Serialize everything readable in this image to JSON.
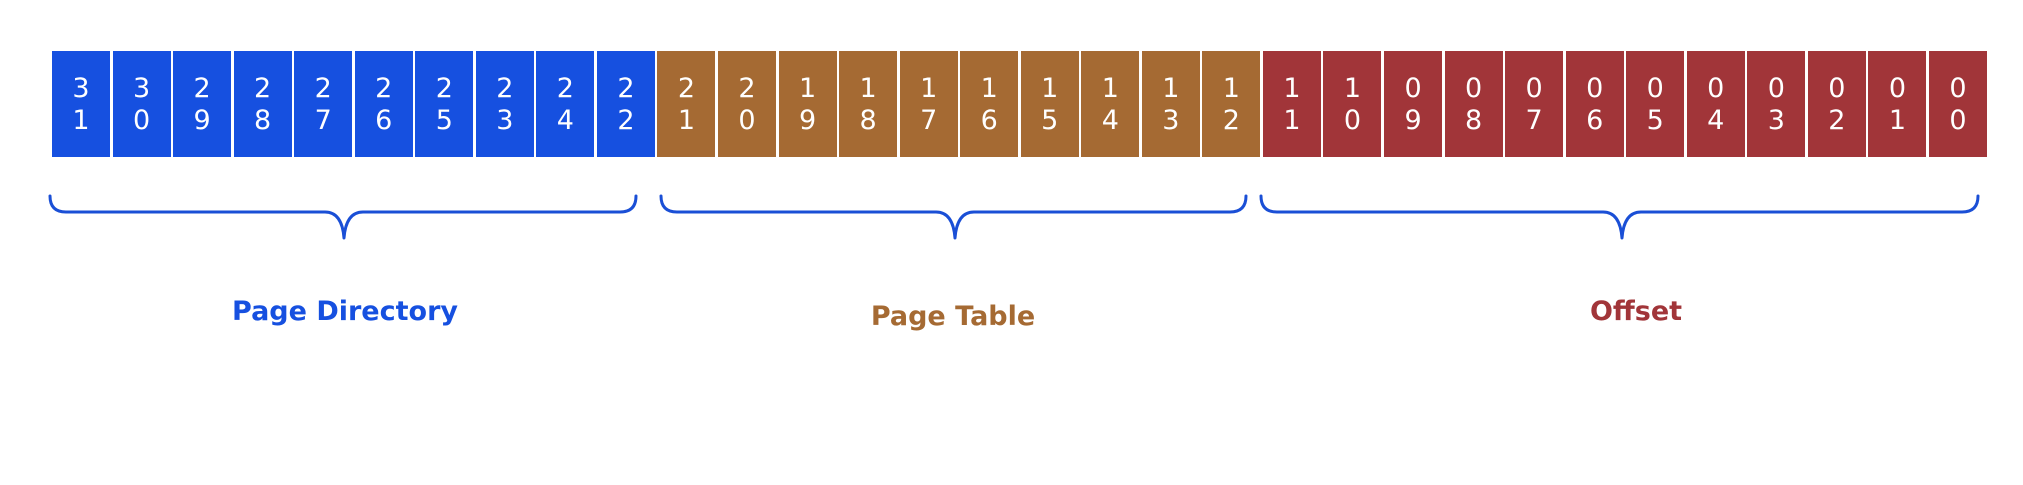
{
  "colors": {
    "page_directory": "#1650e0",
    "page_table": "#a56a33",
    "offset": "#a13539",
    "brace": "#1a4fd6"
  },
  "fields": [
    {
      "id": "pd",
      "label": "Page Directory",
      "color": "#1650e0",
      "bits": [
        "31",
        "30",
        "29",
        "28",
        "27",
        "26",
        "25",
        "23",
        "24",
        "22"
      ]
    },
    {
      "id": "pt",
      "label": "Page Table",
      "color": "#a56a33",
      "bits": [
        "21",
        "20",
        "19",
        "18",
        "17",
        "16",
        "15",
        "14",
        "13",
        "12"
      ]
    },
    {
      "id": "off",
      "label": "Offset",
      "color": "#a13539",
      "bits": [
        "11",
        "10",
        "09",
        "08",
        "07",
        "06",
        "05",
        "04",
        "03",
        "02",
        "01",
        "00"
      ]
    }
  ]
}
